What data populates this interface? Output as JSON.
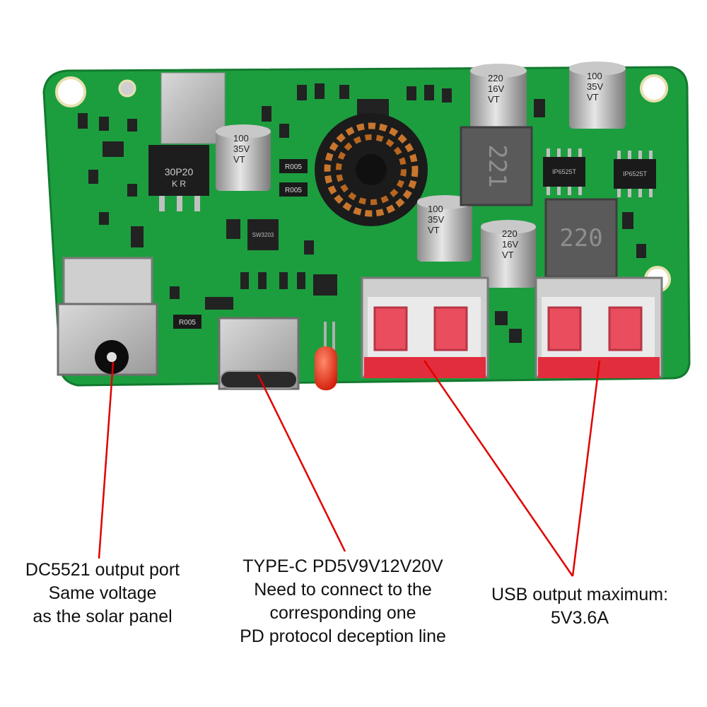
{
  "image": {
    "subject": "solar-panel-pd-usb-charger-board",
    "colors": {
      "pcb": "#1c9e3f",
      "pcb_dark": "#137a2f",
      "leader_line": "#e10000",
      "background": "#ffffff"
    }
  },
  "board_markings": {
    "inductor_left": "221",
    "inductor_right": "220",
    "cap_top_left": [
      "220",
      "16V",
      "VT"
    ],
    "cap_top_right": [
      "100",
      "35V",
      "VT"
    ],
    "cap_left": [
      "100",
      "35V",
      "VT"
    ],
    "cap_mid": [
      "100",
      "35V",
      "VT"
    ],
    "cap_mid_right": [
      "220",
      "16V",
      "VT"
    ],
    "mosfet": [
      "30P20",
      "K R"
    ],
    "resistor_r005_a": "R005",
    "resistor_r005_b": "R005",
    "resistor_r005_c": "R005",
    "ic_left": "IP6525T",
    "ic_right": "IP6525T",
    "ic_small": "SW3203"
  },
  "callouts": {
    "dc_port": [
      "DC5521 output port",
      "Same voltage",
      "as the solar panel"
    ],
    "type_c": [
      "TYPE-C PD5V9V12V20V",
      "Need to connect to the",
      "corresponding one",
      "PD protocol deception line"
    ],
    "usb": [
      "USB output maximum:",
      "5V3.6A"
    ]
  }
}
